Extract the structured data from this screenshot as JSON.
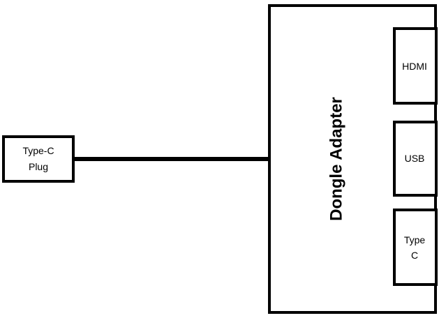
{
  "plug": {
    "label_line1": "Type-C",
    "label_line2": "Plug"
  },
  "adapter": {
    "title": "Dongle Adapter"
  },
  "ports": [
    {
      "line1": "HDMI",
      "line2": ""
    },
    {
      "line1": "USB",
      "line2": ""
    },
    {
      "line1": "Type",
      "line2": "C"
    }
  ]
}
